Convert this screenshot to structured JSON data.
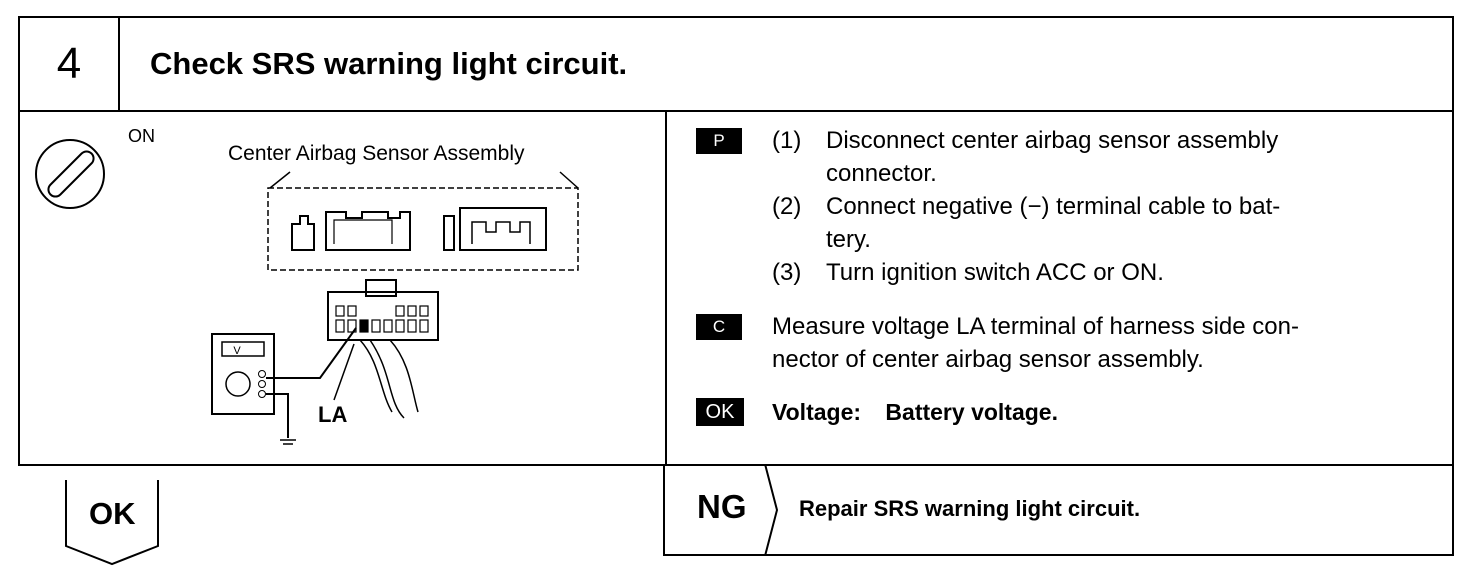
{
  "header": {
    "step_number": "4",
    "title": "Check SRS warning light circuit."
  },
  "illustration": {
    "ignition_label": "ON",
    "assembly_label": "Center Airbag Sensor Assembly",
    "terminal_label": "LA",
    "meter_icon_label": "V"
  },
  "procedure": {
    "prepare_tag": "P",
    "steps": [
      {
        "num": "(1)",
        "line1": "Disconnect center airbag sensor assembly",
        "line2": "connector."
      },
      {
        "num": "(2)",
        "line1": "Connect negative (−) terminal cable to bat-",
        "line2": "tery."
      },
      {
        "num": "(3)",
        "line1": "Turn ignition switch ACC or ON."
      }
    ],
    "check_tag": "C",
    "check_line1": "Measure voltage LA terminal of harness side con-",
    "check_line2": "nector of center airbag sensor assembly.",
    "ok_tag": "OK",
    "ok_spec_label": "Voltage:",
    "ok_spec_value": "Battery voltage."
  },
  "result": {
    "ok_label": "OK",
    "ng_label": "NG",
    "ng_action": "Repair SRS warning light circuit."
  }
}
